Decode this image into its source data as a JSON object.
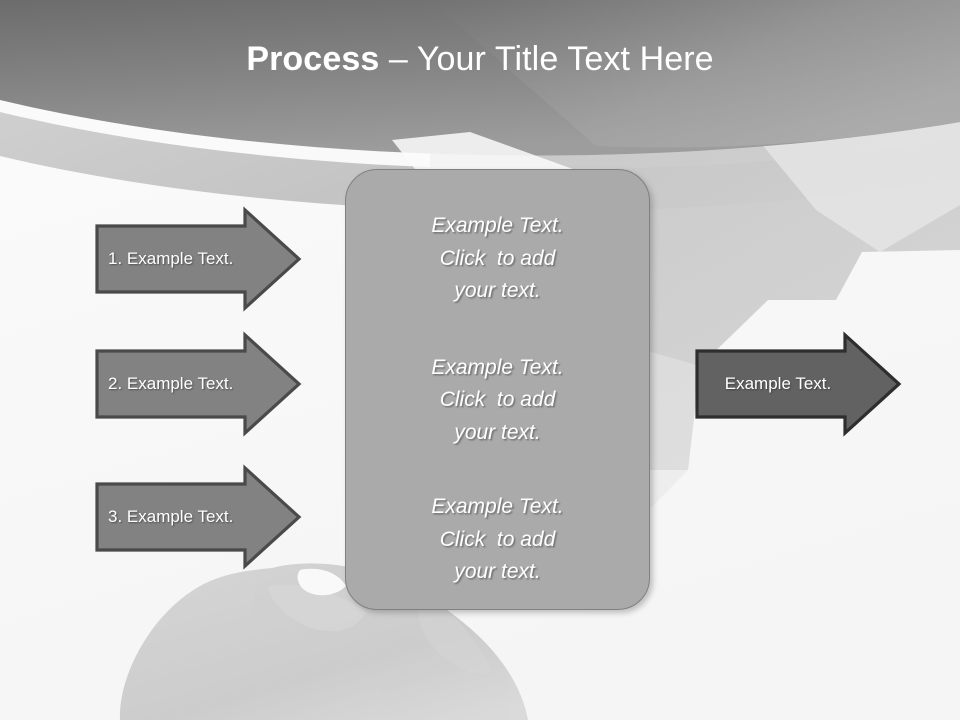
{
  "slide": {
    "title": {
      "strong": "Process",
      "dash": " – ",
      "rest": "Your Title Text Here",
      "full": "Process – Your Title Text Here"
    },
    "theme": {
      "header_gradient_top": "#6e6e6e",
      "header_gradient_bottom": "#9b9b9b",
      "header_band": "#c9c9c9",
      "body_background": "#f8f8f8",
      "decor_shape": "#c6c6c6",
      "decor_shape_light": "#e2e2e2",
      "mouse_graphic": "#cdcdcd",
      "step_arrow_fill": "#828282",
      "step_arrow_stroke": "#4a4a4a",
      "output_arrow_fill": "#626262",
      "output_arrow_stroke": "#2e2e2e",
      "panel_fill": "#aaaaaa",
      "panel_stroke": "#808080",
      "text_on_shape": "#ffffff"
    }
  },
  "steps": [
    {
      "id": "step-1",
      "label": "1. Example Text."
    },
    {
      "id": "step-2",
      "label": "2. Example Text."
    },
    {
      "id": "step-3",
      "label": "3. Example Text."
    }
  ],
  "panel": {
    "blocks": [
      {
        "line1": "Example Text.",
        "line2": "Click  to add",
        "line3": "your text."
      },
      {
        "line1": "Example Text.",
        "line2": "Click  to add",
        "line3": "your text."
      },
      {
        "line1": "Example Text.",
        "line2": "Click  to add",
        "line3": "your text."
      }
    ]
  },
  "output": {
    "label": "Example Text."
  },
  "decor": {
    "mouse_icon": "computer-mouse-graphic",
    "swoosh_icon": "header-swoosh-curve"
  }
}
